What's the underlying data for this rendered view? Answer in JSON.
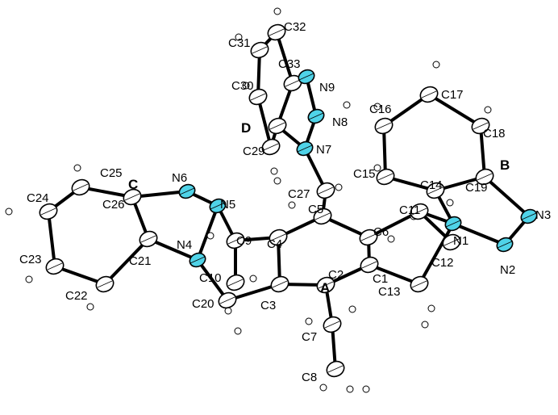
{
  "colors": {
    "carbon": "#ffffff",
    "nitrogen": "#4fd3e8",
    "hydrogen": "#ffffff",
    "bond": "#000000"
  },
  "rings": {
    "A": "A",
    "B": "B",
    "C": "C",
    "D": "D"
  },
  "atoms": [
    {
      "id": "C1",
      "label": "C1",
      "el": "C"
    },
    {
      "id": "C2",
      "label": "C2",
      "el": "C"
    },
    {
      "id": "C3",
      "label": "C3",
      "el": "C"
    },
    {
      "id": "C4",
      "label": "C4",
      "el": "C"
    },
    {
      "id": "C5",
      "label": "C5",
      "el": "C"
    },
    {
      "id": "C6",
      "label": "C6",
      "el": "C"
    },
    {
      "id": "C7",
      "label": "C7",
      "el": "C"
    },
    {
      "id": "C8",
      "label": "C8",
      "el": "C"
    },
    {
      "id": "C9",
      "label": "C9",
      "el": "C"
    },
    {
      "id": "C10",
      "label": "C10",
      "el": "C"
    },
    {
      "id": "C11",
      "label": "C11",
      "el": "C"
    },
    {
      "id": "C12",
      "label": "C12",
      "el": "C"
    },
    {
      "id": "C13",
      "label": "C13",
      "el": "C"
    },
    {
      "id": "C14",
      "label": "C14",
      "el": "C"
    },
    {
      "id": "C15",
      "label": "C15",
      "el": "C"
    },
    {
      "id": "C16",
      "label": "C16",
      "el": "C"
    },
    {
      "id": "C17",
      "label": "C17",
      "el": "C"
    },
    {
      "id": "C18",
      "label": "C18",
      "el": "C"
    },
    {
      "id": "C19",
      "label": "C19",
      "el": "C"
    },
    {
      "id": "C20",
      "label": "C20",
      "el": "C"
    },
    {
      "id": "C21",
      "label": "C21",
      "el": "C"
    },
    {
      "id": "C22",
      "label": "C22",
      "el": "C"
    },
    {
      "id": "C23",
      "label": "C23",
      "el": "C"
    },
    {
      "id": "C24",
      "label": "C24",
      "el": "C"
    },
    {
      "id": "C25",
      "label": "C25",
      "el": "C"
    },
    {
      "id": "C26",
      "label": "C26",
      "el": "C"
    },
    {
      "id": "C27",
      "label": "C27",
      "el": "C"
    },
    {
      "id": "C29",
      "label": "C29",
      "el": "C"
    },
    {
      "id": "C30",
      "label": "C30",
      "el": "C"
    },
    {
      "id": "C31",
      "label": "C31",
      "el": "C"
    },
    {
      "id": "C32",
      "label": "C32",
      "el": "C"
    },
    {
      "id": "C33",
      "label": "C33",
      "el": "C"
    },
    {
      "id": "N1",
      "label": "N1",
      "el": "N"
    },
    {
      "id": "N2",
      "label": "N2",
      "el": "N"
    },
    {
      "id": "N3",
      "label": "N3",
      "el": "N"
    },
    {
      "id": "N4",
      "label": "N4",
      "el": "N"
    },
    {
      "id": "N5",
      "label": "N5",
      "el": "N"
    },
    {
      "id": "N6",
      "label": "N6",
      "el": "N"
    },
    {
      "id": "N7",
      "label": "N7",
      "el": "N"
    },
    {
      "id": "N8",
      "label": "N8",
      "el": "N"
    },
    {
      "id": "N9",
      "label": "N9",
      "el": "N"
    },
    {
      "id": "C28",
      "label": "",
      "el": "C"
    },
    {
      "id": "C34",
      "label": "",
      "el": "C"
    }
  ],
  "bonds": [
    [
      "C1",
      "C2"
    ],
    [
      "C2",
      "C3"
    ],
    [
      "C3",
      "C4"
    ],
    [
      "C4",
      "C5"
    ],
    [
      "C5",
      "C6"
    ],
    [
      "C6",
      "C1"
    ],
    [
      "C2",
      "C7"
    ],
    [
      "C7",
      "C8"
    ],
    [
      "C4",
      "C9"
    ],
    [
      "C9",
      "N5"
    ],
    [
      "C3",
      "C20"
    ],
    [
      "C20",
      "N4"
    ],
    [
      "C6",
      "C11"
    ],
    [
      "C11",
      "N1"
    ],
    [
      "C1",
      "C13"
    ],
    [
      "C13",
      "N1"
    ],
    [
      "C5",
      "C27"
    ],
    [
      "C27",
      "N7"
    ],
    [
      "C9",
      "C10"
    ],
    [
      "C11",
      "C12"
    ],
    [
      "N1",
      "N2"
    ],
    [
      "N2",
      "N3"
    ],
    [
      "N3",
      "C19"
    ],
    [
      "C19",
      "C14"
    ],
    [
      "C14",
      "N1"
    ],
    [
      "C14",
      "C15"
    ],
    [
      "C15",
      "C16"
    ],
    [
      "C16",
      "C17"
    ],
    [
      "C17",
      "C18"
    ],
    [
      "C18",
      "C19"
    ],
    [
      "N4",
      "N5"
    ],
    [
      "N5",
      "N6"
    ],
    [
      "N6",
      "C26"
    ],
    [
      "C26",
      "C21"
    ],
    [
      "C21",
      "N4"
    ],
    [
      "C21",
      "C22"
    ],
    [
      "C22",
      "C23"
    ],
    [
      "C23",
      "C24"
    ],
    [
      "C24",
      "C25"
    ],
    [
      "C25",
      "C26"
    ],
    [
      "N7",
      "N8"
    ],
    [
      "N8",
      "N9"
    ],
    [
      "N9",
      "C33"
    ],
    [
      "C33",
      "C28"
    ],
    [
      "C28",
      "N7"
    ],
    [
      "C28",
      "C29"
    ],
    [
      "C29",
      "C30"
    ],
    [
      "C30",
      "C31"
    ],
    [
      "C31",
      "C32"
    ],
    [
      "C32",
      "C33"
    ]
  ]
}
